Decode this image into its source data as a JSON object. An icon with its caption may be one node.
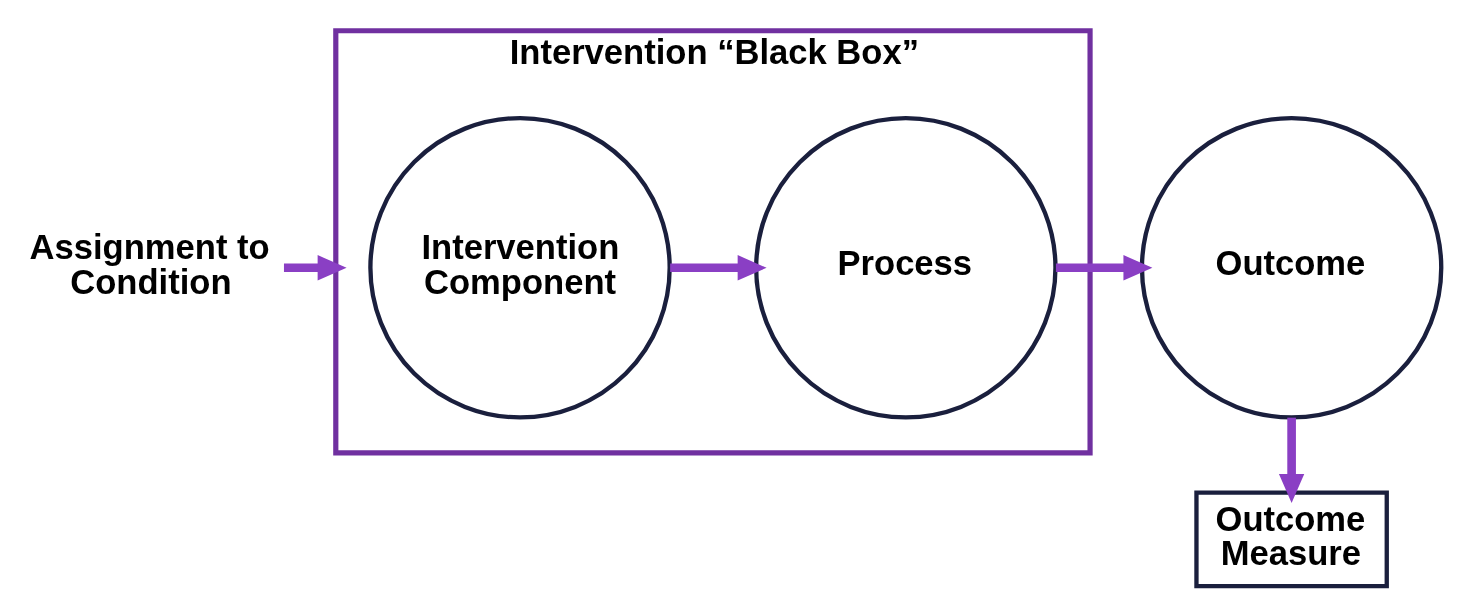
{
  "diagram": {
    "nodes": [
      {
        "text": [
          "Intervention “Black Box”"
        ]
      },
      {
        "text": [
          "Assignment to Condition"
        ]
      },
      {
        "text": [
          "Intervention Component"
        ],
        "in": 0
      },
      {
        "text": [
          "Process"
        ],
        "in": 0
      },
      {
        "text": [
          "Outcome"
        ]
      },
      {
        "text": [
          "Outcome Measure"
        ]
      }
    ],
    "edges": [
      {
        "from": 1,
        "to": 0,
        "arrow": "to"
      },
      {
        "from": 2,
        "to": 3,
        "arrow": "to"
      },
      {
        "from": 3,
        "to": 4,
        "arrow": "to"
      },
      {
        "from": 4,
        "to": 5,
        "arrow": "to"
      }
    ]
  }
}
